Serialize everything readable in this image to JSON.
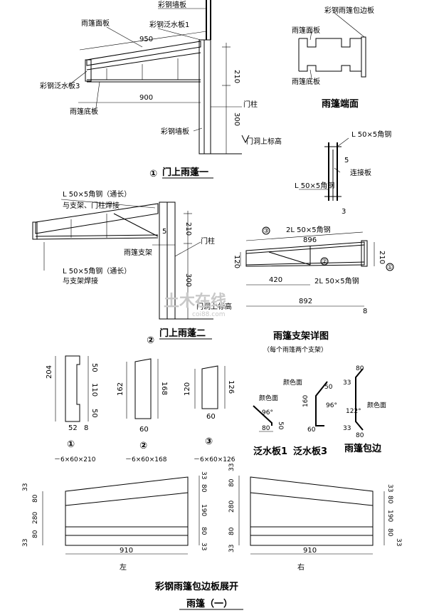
{
  "fig1": {
    "l_wall_top": "彩钢墙板",
    "l_face_panel": "雨篷面板",
    "l_flash1": "彩钢泛水板1",
    "d_950": "950",
    "d_210": "210",
    "l_flash3": "彩钢泛水板3",
    "l_post": "门柱",
    "d_900": "900",
    "l_bottom": "雨篷底板",
    "d_300": "300",
    "l_wall_bottom": "彩钢墙板",
    "l_door_top": "门洞上标高",
    "num": "①",
    "title": "门上雨蓬一"
  },
  "end_view": {
    "l_edge": "彩钢雨篷包边板",
    "l_face": "雨篷面板",
    "l_bottom": "雨篷底板",
    "title": "雨篷端面"
  },
  "detail_conn": {
    "l_angle": "L  50×5角钢",
    "d_5": "5",
    "l_plate": "连接板",
    "l_angle2": "L  50×5角钢",
    "d_3": "3"
  },
  "fig2": {
    "l_angle_a": "L  50×5角钢（通长）",
    "l_angle_b": "与支架、门柱焊接",
    "d_5": "5",
    "d_210": "210",
    "l_post": "门柱",
    "l_support": "雨篷支架",
    "d_300": "300",
    "l_angle_c": "L  50×5角钢（通长）",
    "l_angle_d": "与支架焊接",
    "l_door_top": "门洞上标高",
    "num": "②",
    "title": "门上雨蓬二"
  },
  "support": {
    "num3": "③",
    "l_2l_top": "2L  50×5角钢",
    "d_896": "896",
    "d_210": "210",
    "d_120": "120",
    "num2": "②",
    "num1": "①",
    "d_420": "420",
    "l_2l_bottom": "2L  50×5角钢",
    "d_892": "892",
    "d_8": "8",
    "title": "雨篷支架详图",
    "subtitle": "（每个雨篷两个支架）"
  },
  "plates": {
    "p1": {
      "h": "204",
      "a": "50",
      "b": "110",
      "c": "50",
      "w": "52",
      "t": "8",
      "num": "①",
      "spec": "－6×60×210"
    },
    "p2": {
      "h": "162",
      "h2": "168",
      "w": "60",
      "num": "②",
      "spec": "－6×60×168"
    },
    "p3": {
      "h": "120",
      "h2": "126",
      "w": "60",
      "num": "③",
      "spec": "－6×60×126"
    }
  },
  "flashings": {
    "f1": {
      "l_color": "颜色面",
      "d_50": "50",
      "d_96": "96°",
      "d_80": "80",
      "title": "泛水板1"
    },
    "f3": {
      "l_color": "颜色面",
      "d_50": "50",
      "d_96": "96°",
      "d_160": "160",
      "d_60": "60",
      "title": "泛水板3"
    },
    "edge": {
      "d_80a": "80",
      "d_33a": "33",
      "d_122": "122°",
      "l_color": "颜色面",
      "d_33b": "33",
      "d_80b": "80",
      "title": "雨篷包边"
    }
  },
  "unfold": {
    "left": {
      "d33a": "33",
      "d80a": "80",
      "d280": "280",
      "d80b": "80",
      "d33b": "33",
      "r33a": "33",
      "r80a": "80",
      "r190": "190",
      "r80b": "80",
      "r33b": "33",
      "w": "910",
      "label": "左"
    },
    "right": {
      "d33a": "33",
      "d80a": "80",
      "d280": "280",
      "d80b": "80",
      "d33b": "33",
      "r33a": "33",
      "r80a": "80",
      "r190": "190",
      "r80b": "80",
      "r33b": "33",
      "w": "910",
      "label": "右"
    },
    "title": "彩钢雨篷包边板展开"
  },
  "sheet_title": "雨篷（一）",
  "watermark": "土木在线",
  "watermark_url": "coi88.com"
}
